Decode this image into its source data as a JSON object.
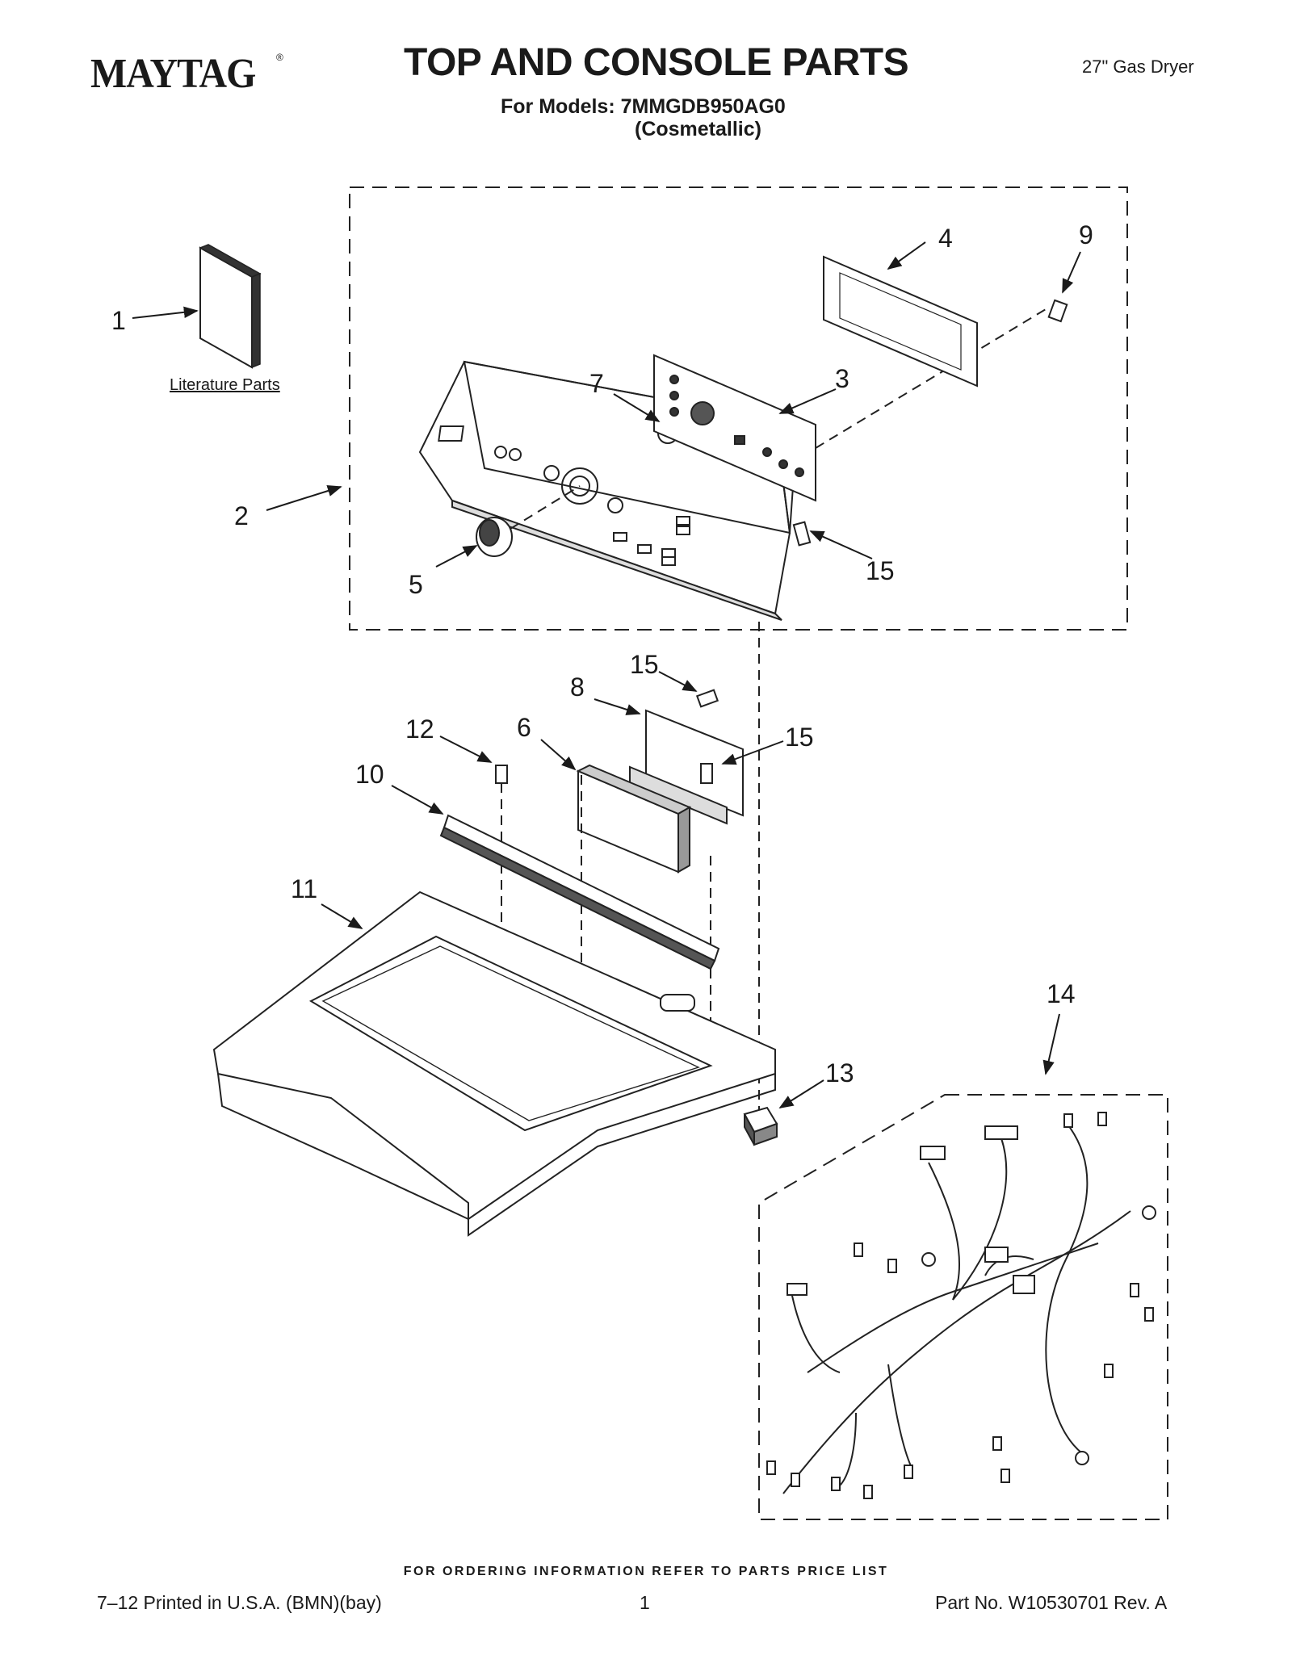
{
  "header": {
    "brand": "MAYTAG",
    "brand_mark": "®",
    "title": "TOP AND CONSOLE PARTS",
    "models_line": "For Models: 7MMGDB950AG0",
    "finish": "(Cosmetallic)",
    "product_type": "27\" Gas Dryer"
  },
  "literature_label": "Literature Parts",
  "callouts": [
    "1",
    "2",
    "3",
    "4",
    "5",
    "6",
    "7",
    "8",
    "9",
    "10",
    "11",
    "12",
    "13",
    "14",
    "15",
    "15",
    "15"
  ],
  "footer": {
    "note": "FOR ORDERING INFORMATION REFER TO PARTS PRICE LIST",
    "printed": "7–12 Printed in U.S.A. (BMN)(bay)",
    "page": "1",
    "part_no": "Part No. W10530701 Rev. A"
  }
}
